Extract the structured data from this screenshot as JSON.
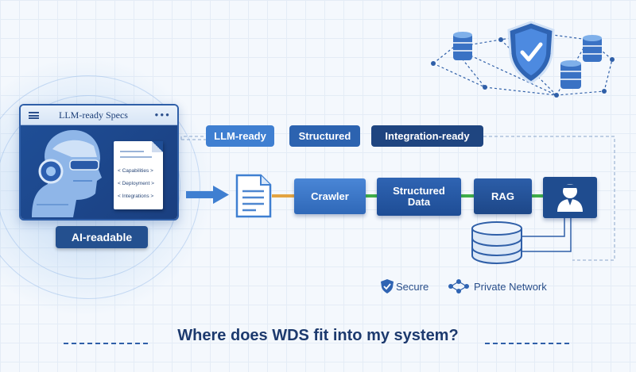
{
  "spec_window": {
    "title": "LLM-ready Specs",
    "items": [
      "< Capabilities >",
      "< Deployment >",
      "< Integrations >"
    ]
  },
  "ai_badge": "AI-readable",
  "tags": [
    "LLM-ready",
    "Structured",
    "Integration-ready"
  ],
  "pipeline": {
    "crawler": "Crawler",
    "structured_line1": "Structured",
    "structured_line2": "Data",
    "rag": "RAG"
  },
  "security": {
    "secure": "Secure",
    "private_network": "Private Network"
  },
  "headline": "Where does WDS fit into my system?",
  "colors": {
    "primary": "#1f4e96",
    "accent": "#3f7fd1",
    "connector_orange": "#e3a441",
    "connector_green": "#3fae49",
    "background": "#f4f8fd"
  },
  "icons": [
    "robot-head-icon",
    "document-icon",
    "arrow-right-icon",
    "user-icon",
    "database-icon",
    "shield-check-icon",
    "network-nodes-icon",
    "server-cluster-icon"
  ]
}
